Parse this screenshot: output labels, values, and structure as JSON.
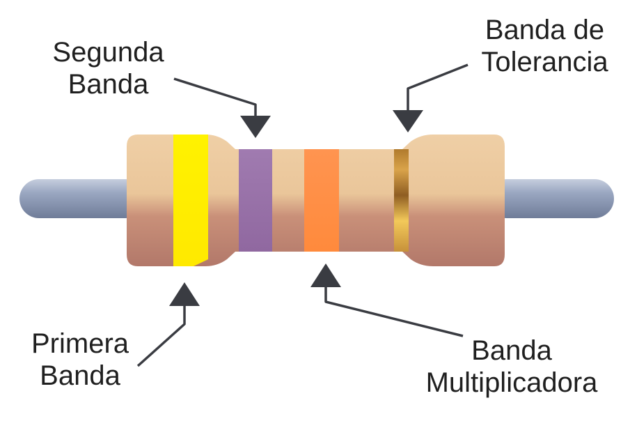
{
  "labels": {
    "segunda_banda": [
      "Segunda",
      "Banda"
    ],
    "banda_tolerancia": [
      "Banda de",
      "Tolerancia"
    ],
    "primera_banda": [
      "Primera",
      "Banda"
    ],
    "banda_multiplicadora": [
      "Banda",
      "Multiplicadora"
    ]
  },
  "colors": {
    "body": "#eac79b",
    "body_shadow": "#b57c68",
    "lead": "#8e9cb8",
    "primera_banda": "#ffee00",
    "segunda_banda": "#9b72a8",
    "banda_multiplicadora": "#ff8f45",
    "banda_tolerancia": "#c8933a",
    "arrow": "#3a3c42"
  }
}
